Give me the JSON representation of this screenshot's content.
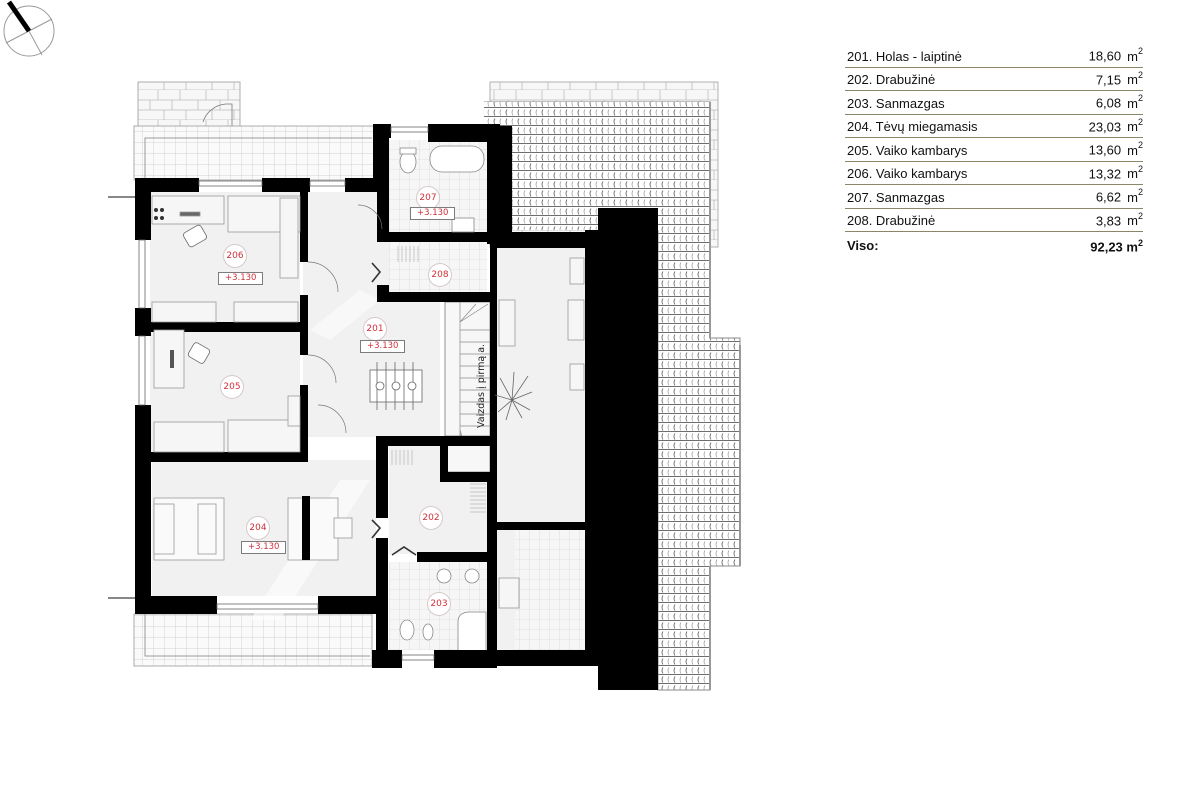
{
  "schedule": {
    "unit": "m",
    "unit_power": "2",
    "rows": [
      {
        "label": "201. Holas - laiptinė",
        "value": "18,60"
      },
      {
        "label": "202. Drabužinė",
        "value": "7,15"
      },
      {
        "label": "203. Sanmazgas",
        "value": "6,08"
      },
      {
        "label": "204. Tėvų miegamasis",
        "value": "23,03"
      },
      {
        "label": "205. Vaiko kambarys",
        "value": "13,60"
      },
      {
        "label": "206. Vaiko kambarys",
        "value": "13,32"
      },
      {
        "label": "207. Sanmazgas",
        "value": "6,62"
      },
      {
        "label": "208. Drabužinė",
        "value": "3,83"
      }
    ],
    "total": {
      "label": "Viso:",
      "value": "92,23"
    },
    "rule_color": "#8a8768"
  },
  "plan": {
    "rooms": [
      {
        "id": "201",
        "level": "+3.130"
      },
      {
        "id": "202",
        "level": ""
      },
      {
        "id": "203",
        "level": ""
      },
      {
        "id": "204",
        "level": "+3.130"
      },
      {
        "id": "205",
        "level": ""
      },
      {
        "id": "206",
        "level": "+3.130"
      },
      {
        "id": "207",
        "level": "+3.130"
      },
      {
        "id": "208",
        "level": ""
      }
    ],
    "stair_label": "Vaizdas į pirmą a.",
    "colors": {
      "wall": "#000000",
      "tag_text": "#d0303a",
      "floor": "#f0f0f0",
      "roof_line": "#7a7a7a"
    }
  },
  "compass": {
    "icon": "north-arrow-icon"
  }
}
